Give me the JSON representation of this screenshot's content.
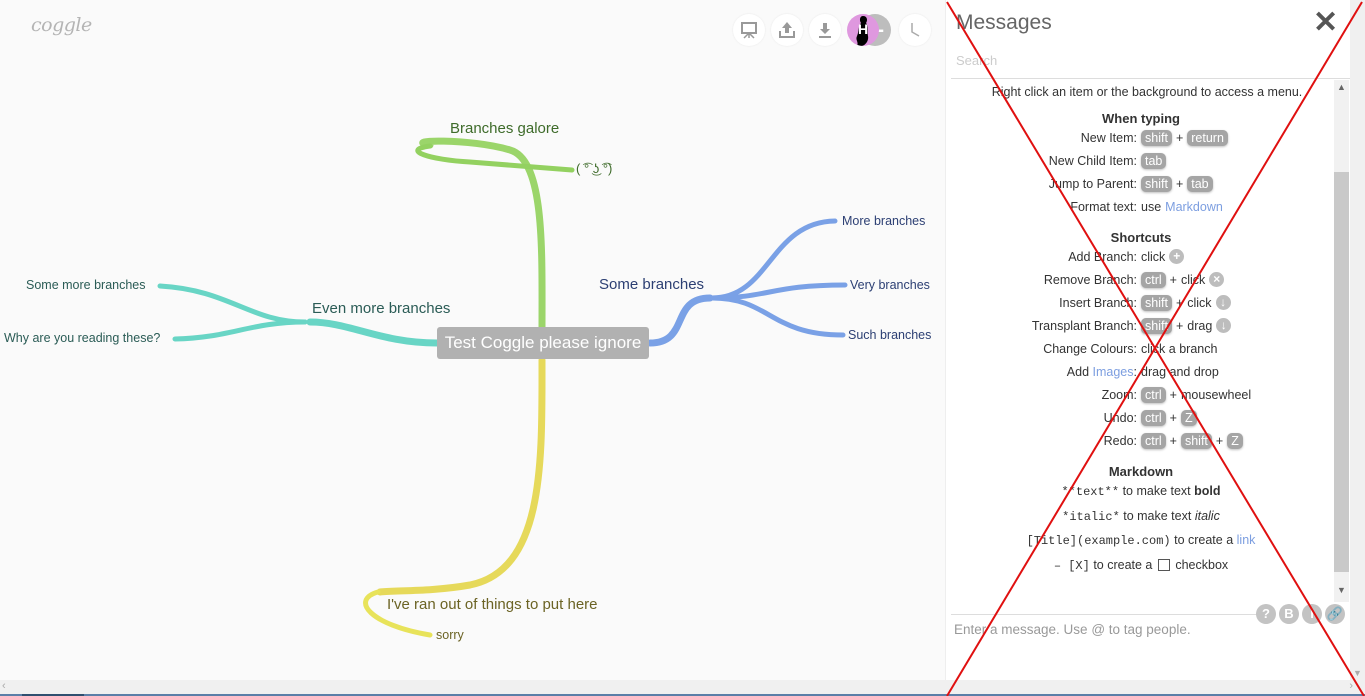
{
  "app": {
    "logo": "coggle"
  },
  "toolbar": {
    "buttons": [
      {
        "name": "present",
        "icon": "presentation-icon"
      },
      {
        "name": "share",
        "icon": "upload-icon"
      },
      {
        "name": "download",
        "icon": "download-icon"
      },
      {
        "name": "collaborators",
        "icon": "avatar",
        "avatar_letter": "H"
      },
      {
        "name": "history",
        "icon": "clock-icon"
      }
    ]
  },
  "mindmap": {
    "root": "Test Coggle please ignore",
    "branches": [
      {
        "label": "Branches galore",
        "color": "#9bd56a",
        "children": [
          "( ͡° ͜ʖ ͡°)"
        ]
      },
      {
        "label": "Some branches",
        "color": "#7aa1e6",
        "children": [
          "More branches",
          "Very branches",
          "Such branches"
        ]
      },
      {
        "label": "Even more branches",
        "color": "#68d5c5",
        "children": [
          "Some more branches",
          "Why are you reading these?"
        ]
      },
      {
        "label": "I've ran out of things to put here",
        "color": "#e6dd5a",
        "children": [
          "sorry"
        ]
      }
    ]
  },
  "panel": {
    "title": "Messages",
    "close": "✕",
    "search_placeholder": "Search",
    "intro": "Right click an item or the background to access a menu.",
    "when_typing": {
      "heading": "When typing",
      "new_item": "New Item:",
      "new_child": "New Child Item:",
      "jump_parent": "Jump to Parent:",
      "format_text": "Format text:",
      "use": "use",
      "markdown_link": "Markdown"
    },
    "shortcuts": {
      "heading": "Shortcuts",
      "add_branch": "Add Branch:",
      "remove_branch": "Remove Branch:",
      "insert_branch": "Insert Branch:",
      "transplant_branch": "Transplant Branch:",
      "change_colours": "Change Colours:",
      "change_colours_v": "click a branch",
      "add": "Add",
      "images_link": "Images",
      "drag_drop": "drag and drop",
      "zoom": "Zoom:",
      "mousewheel": "mousewheel",
      "undo": "Undo:",
      "redo": "Redo:",
      "click": "click",
      "drag": "drag",
      "plus": "+"
    },
    "keys": {
      "shift": "shift",
      "return": "return",
      "tab": "tab",
      "ctrl": "ctrl",
      "z": "Z"
    },
    "markdown": {
      "heading": "Markdown",
      "bold_code": "**text**",
      "bold_text": "to make text",
      "bold_word": "bold",
      "italic_code": "*italic*",
      "italic_text": "to make text",
      "italic_word": "italic",
      "link_code": "[Title](example.com)",
      "link_text": "to create a",
      "link_word": "link",
      "checkbox_code": "– [X]",
      "checkbox_text": "to create a",
      "checkbox_word": "checkbox"
    },
    "format_buttons": [
      "?",
      "B",
      "I",
      "🔗"
    ],
    "message_placeholder": "Enter a message. Use @ to tag people."
  }
}
